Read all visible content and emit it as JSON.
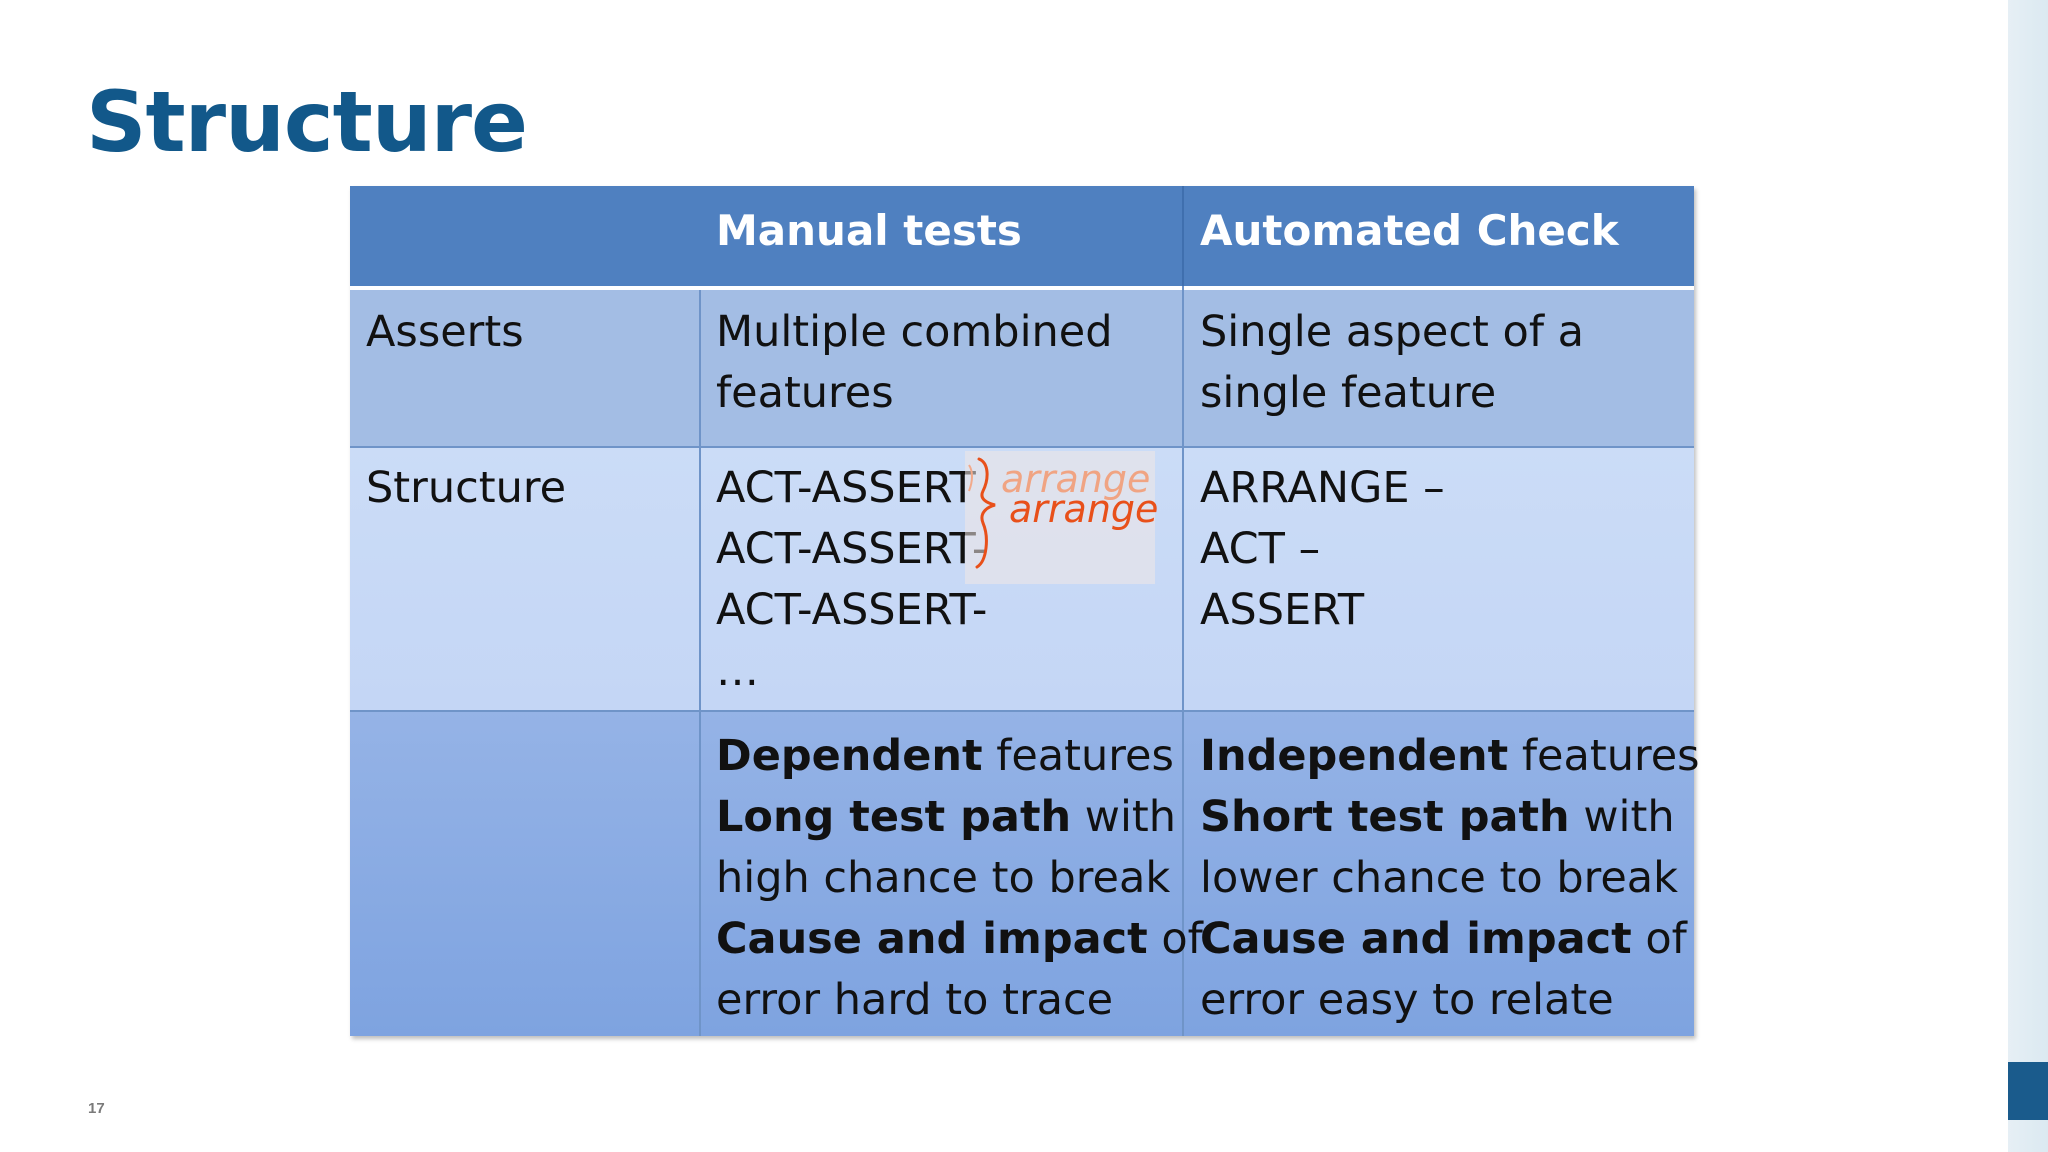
{
  "slide": {
    "title": "Structure",
    "page_number": "17"
  },
  "table": {
    "headers": [
      "",
      "Manual tests",
      "Automated Check"
    ],
    "rows": [
      {
        "label": "Asserts",
        "manual": [
          "Multiple combined",
          "features"
        ],
        "automated": [
          "Single aspect of a",
          "single feature"
        ]
      },
      {
        "label": "Structure",
        "manual": [
          "ACT-ASSERT",
          "ACT-ASSERT-",
          "ACT-ASSERT-",
          "…"
        ],
        "automated": [
          "ARRANGE –",
          "ACT –",
          "ASSERT"
        ]
      },
      {
        "label": "",
        "manual": [
          {
            "bold": "Dependent",
            "rest": " features"
          },
          {
            "bold": "Long test path",
            "rest": " with"
          },
          {
            "bold": "",
            "rest": "high chance to break"
          },
          {
            "bold": "Cause and impact",
            "rest": " of"
          },
          {
            "bold": "",
            "rest": "error hard to trace"
          }
        ],
        "automated": [
          {
            "bold": "Independent",
            "rest": " features"
          },
          {
            "bold": "Short test path",
            "rest": " with"
          },
          {
            "bold": "",
            "rest": "lower chance to break"
          },
          {
            "bold": "Cause and impact",
            "rest": " of"
          },
          {
            "bold": "",
            "rest": "error easy to relate"
          }
        ]
      }
    ]
  },
  "annotation": {
    "word_faint": "arrange",
    "word_strong": "arrange",
    "color": "#e8501a"
  }
}
